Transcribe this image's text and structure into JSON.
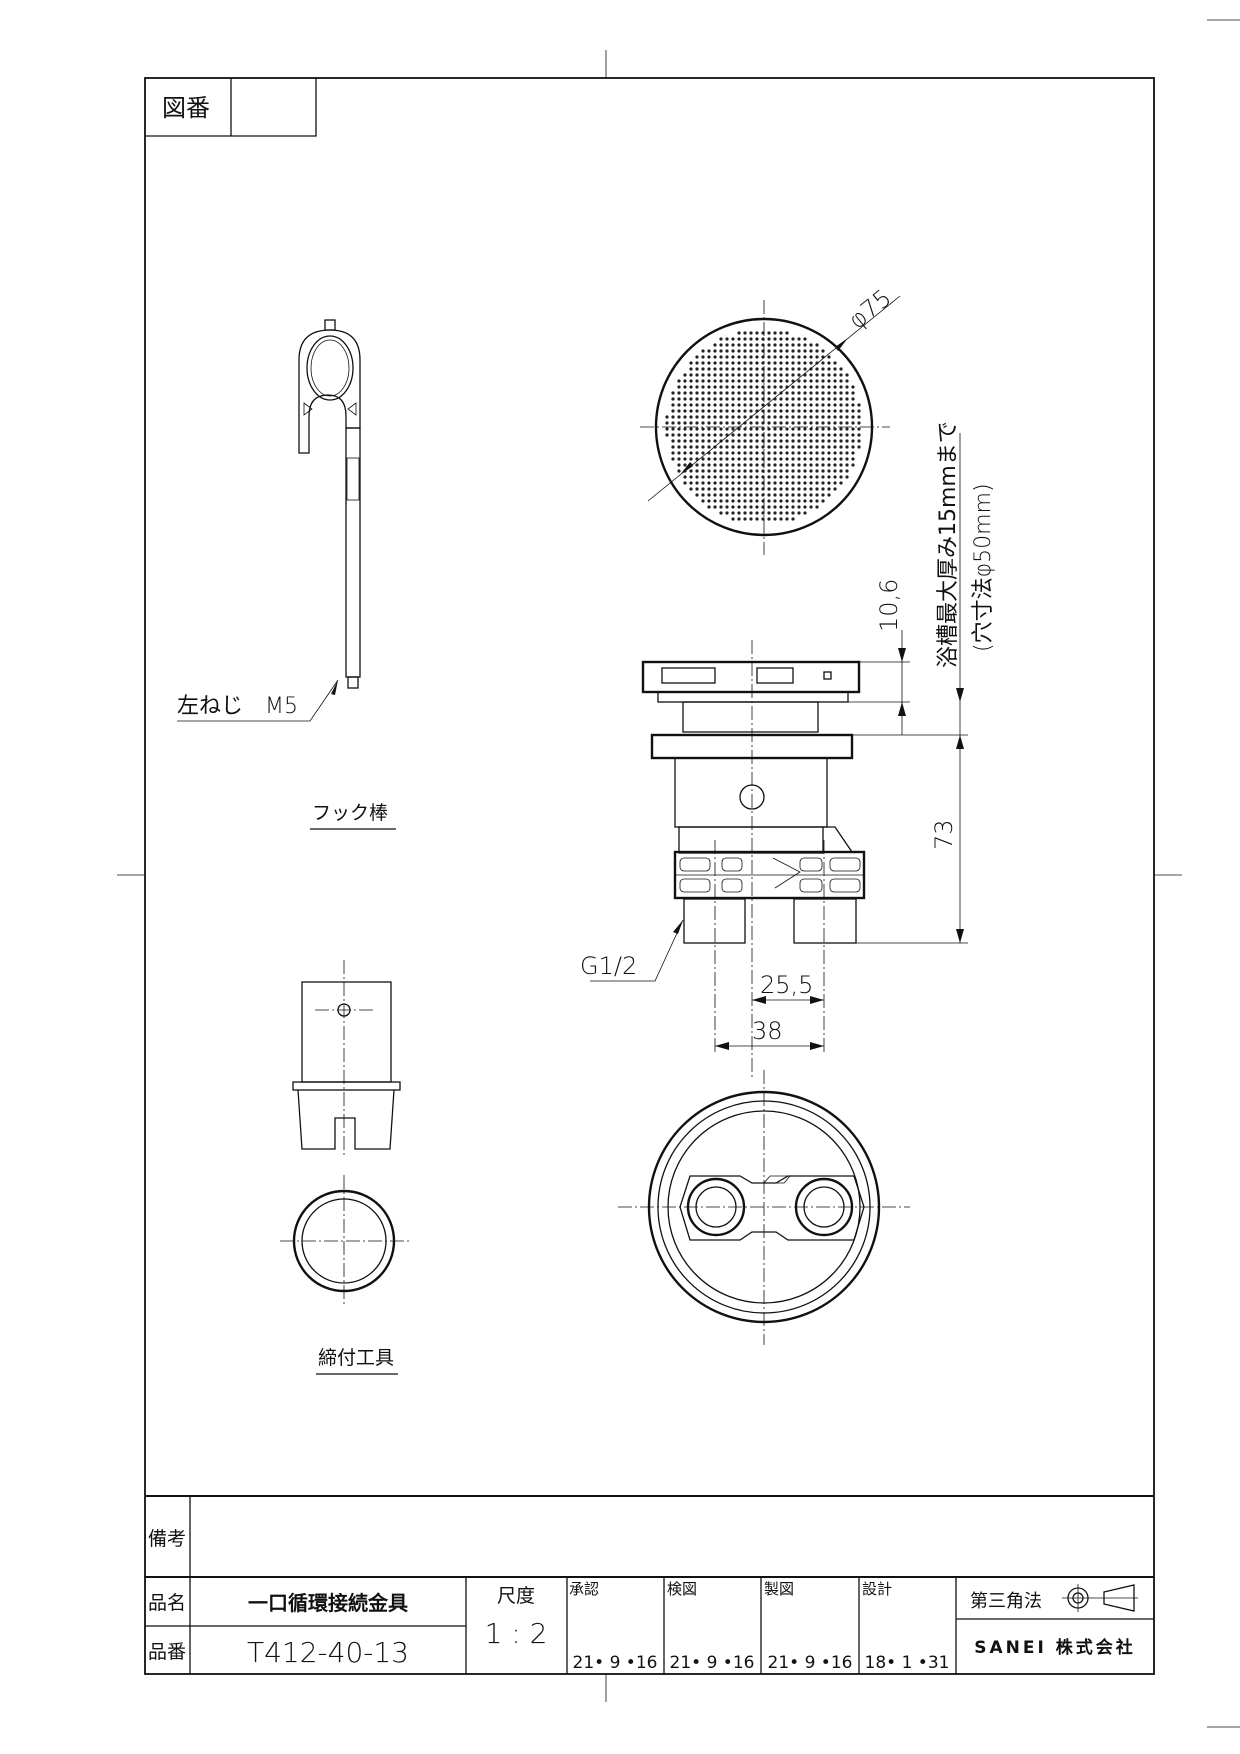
{
  "drawing_number": {
    "label": "図番",
    "value": ""
  },
  "views": {
    "hook_rod": {
      "title": "フック棒",
      "thread_note": "左ねじ　M5"
    },
    "tightening_tool": {
      "title": "締付工具"
    },
    "dimensions": {
      "diameter": "φ75",
      "cap_height": "10,6",
      "tub_thickness_note": "浴槽最大厚み15mmまで",
      "hole_note": "(穴寸法φ50mm)",
      "height": "73",
      "thread": "G1/2",
      "pitch_inner": "25,5",
      "pitch_outer": "38"
    }
  },
  "title_block": {
    "remarks_label": "備考",
    "remarks_value": "",
    "product_name_label": "品名",
    "product_name": "一口循環接続金具",
    "product_number_label": "品番",
    "product_number": "T412-40-13",
    "scale_label": "尺度",
    "scale": "1 : 2",
    "approved_label": "承認",
    "approved_date": "21• 9 •16",
    "checked_label": "検図",
    "checked_date": "21• 9 •16",
    "drawn_label": "製図",
    "drawn_date": "21• 9 •16",
    "designed_label": "設計",
    "designed_date": "18• 1 •31",
    "projection": "第三角法",
    "company": "SANEI 株式会社"
  }
}
